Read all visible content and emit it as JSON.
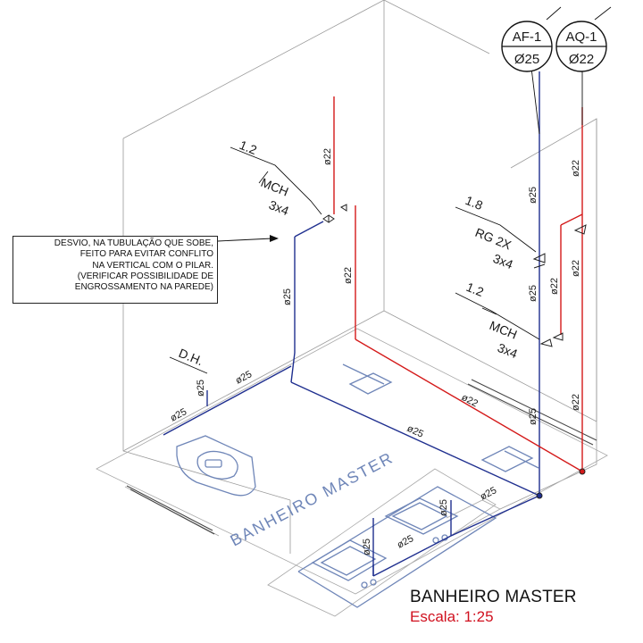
{
  "colors": {
    "cold_water": "#1f2f8f",
    "hot_water": "#d41a1a",
    "wall_lines": "#9a9a9a",
    "fixtures": "#6f86b8",
    "scale_text": "#d0101e"
  },
  "bubbles": {
    "cold": {
      "name": "AF-1",
      "diameter": "Ø25"
    },
    "hot": {
      "name": "AQ-1",
      "diameter": "Ø22"
    }
  },
  "note": {
    "lines": [
      "DESVIO, NA TUBULAÇÃO QUE SOBE,",
      "FEITO PARA EVITAR CONFLITO",
      "NA VERTICAL COM O PILAR.",
      "(VERIFICAR POSSIBILIDADE DE",
      "ENGROSSAMENTO NA PAREDE)"
    ]
  },
  "fixture_tags": {
    "mch_left": {
      "height": "1.2",
      "name": "MCH",
      "size": "3x4"
    },
    "rg_right": {
      "height": "1.8",
      "name": "RG 2X",
      "size": "3x4"
    },
    "mch_right": {
      "height": "1.2",
      "name": "MCH",
      "size": "3x4"
    },
    "dh": {
      "name": "D.H."
    }
  },
  "pipe_labels": {
    "hot_upper_left": "ø22",
    "hot_mid_left": "ø22",
    "cold_riser_left": "ø25",
    "dh_vertical": "ø25",
    "dh_horizontal": "ø25",
    "floor_left": "ø25",
    "floor_diagonal_cold": "ø25",
    "floor_diagonal_hot": "ø22",
    "right_cold_upper": "ø25",
    "right_cold_mid": "ø25",
    "right_cold_lower": "ø25",
    "right_hot_upper": "ø22",
    "right_hot_mid": "ø22",
    "right_hot_lower": "ø22",
    "right_hot_short": "ø22",
    "sink_branch": "ø25",
    "sink_vertical": "ø25",
    "sink_front": "ø25",
    "sink_riser": "ø25"
  },
  "floor_label": "BANHEIRO MASTER",
  "title": "BANHEIRO MASTER",
  "scale": "Escala: 1:25"
}
